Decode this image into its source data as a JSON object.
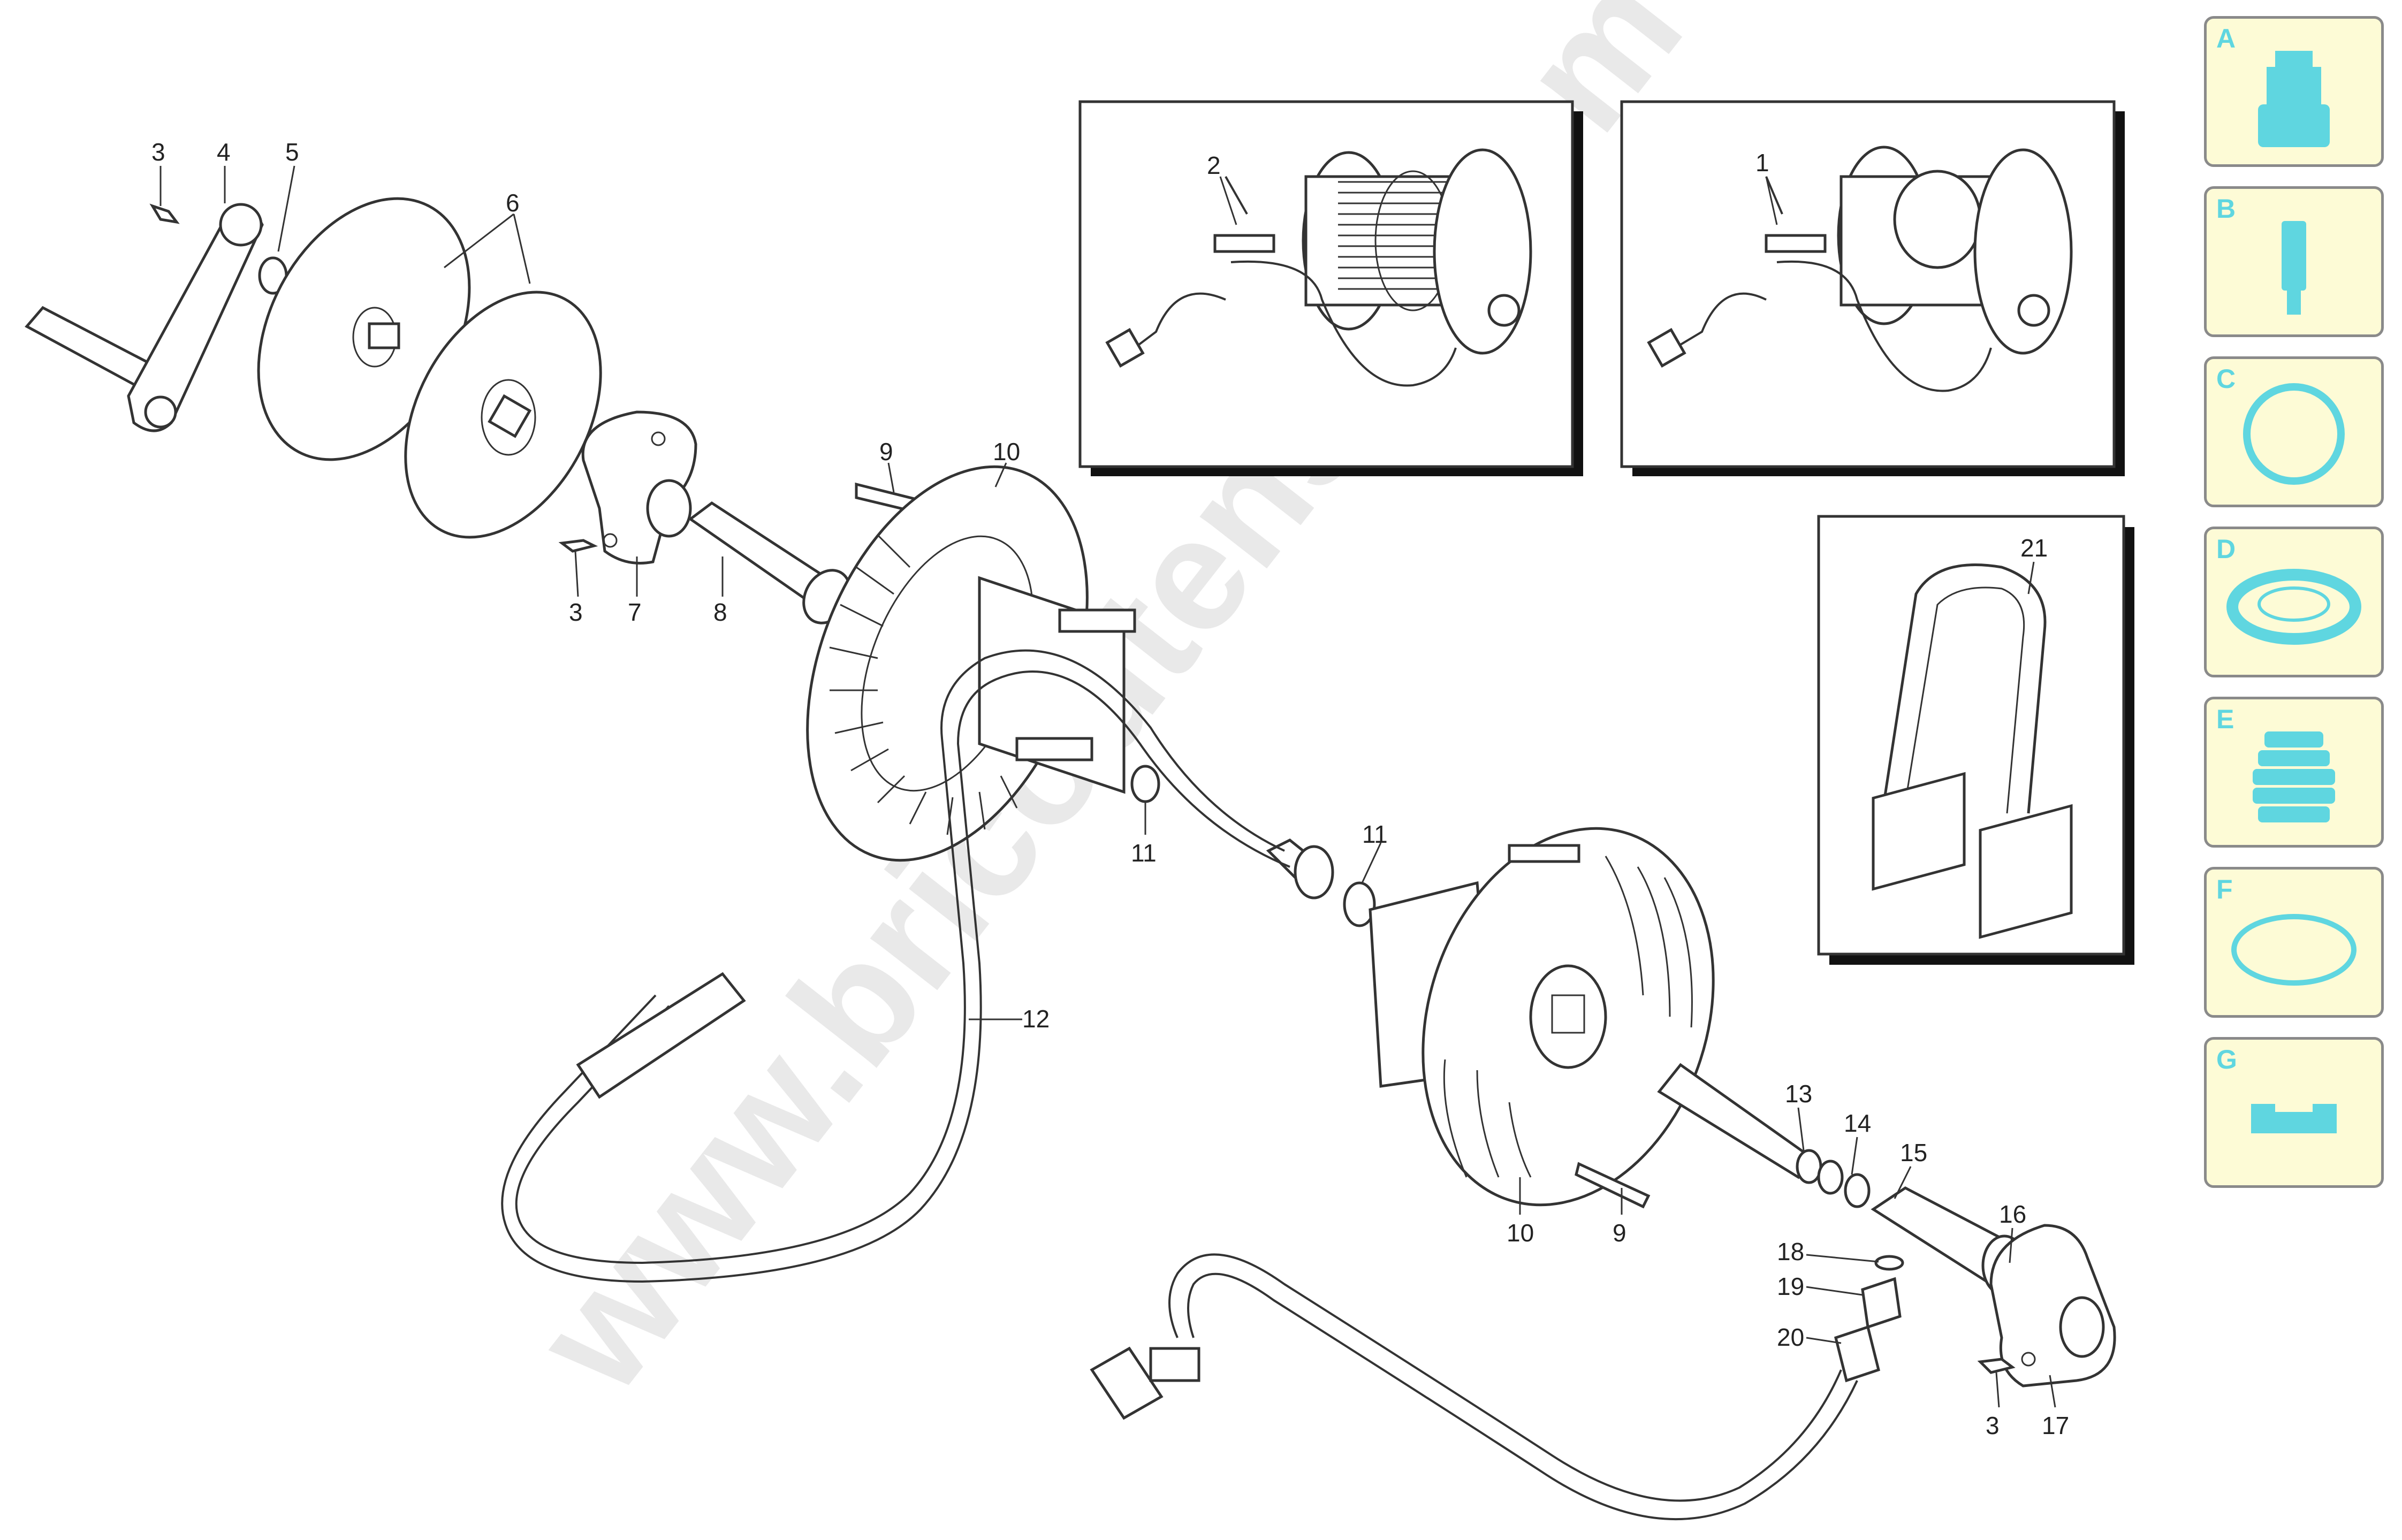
{
  "watermark": "www.bricoutensili.com",
  "callouts": {
    "c1": "1",
    "c2": "2",
    "c3a": "3",
    "c3b": "3",
    "c3c": "3",
    "c4": "4",
    "c5": "5",
    "c6": "6",
    "c7": "7",
    "c8": "8",
    "c9a": "9",
    "c9b": "9",
    "c10a": "10",
    "c10b": "10",
    "c11a": "11",
    "c11b": "11",
    "c12": "12",
    "c13": "13",
    "c14": "14",
    "c15": "15",
    "c16": "16",
    "c17": "17",
    "c18": "18",
    "c19": "19",
    "c20": "20",
    "c21": "21"
  },
  "legend": [
    {
      "letter": "A",
      "icon": "nozzle-icon"
    },
    {
      "letter": "B",
      "icon": "pin-icon"
    },
    {
      "letter": "C",
      "icon": "gasket-ring-icon"
    },
    {
      "letter": "D",
      "icon": "seal-ring-icon"
    },
    {
      "letter": "E",
      "icon": "bellows-icon"
    },
    {
      "letter": "F",
      "icon": "o-ring-icon"
    },
    {
      "letter": "G",
      "icon": "profile-block-icon"
    }
  ],
  "colors": {
    "legend_bg": "#fdfbd6",
    "legend_border": "#8a8a8a",
    "legend_icon": "#5fd6e0",
    "line": "#333333"
  }
}
